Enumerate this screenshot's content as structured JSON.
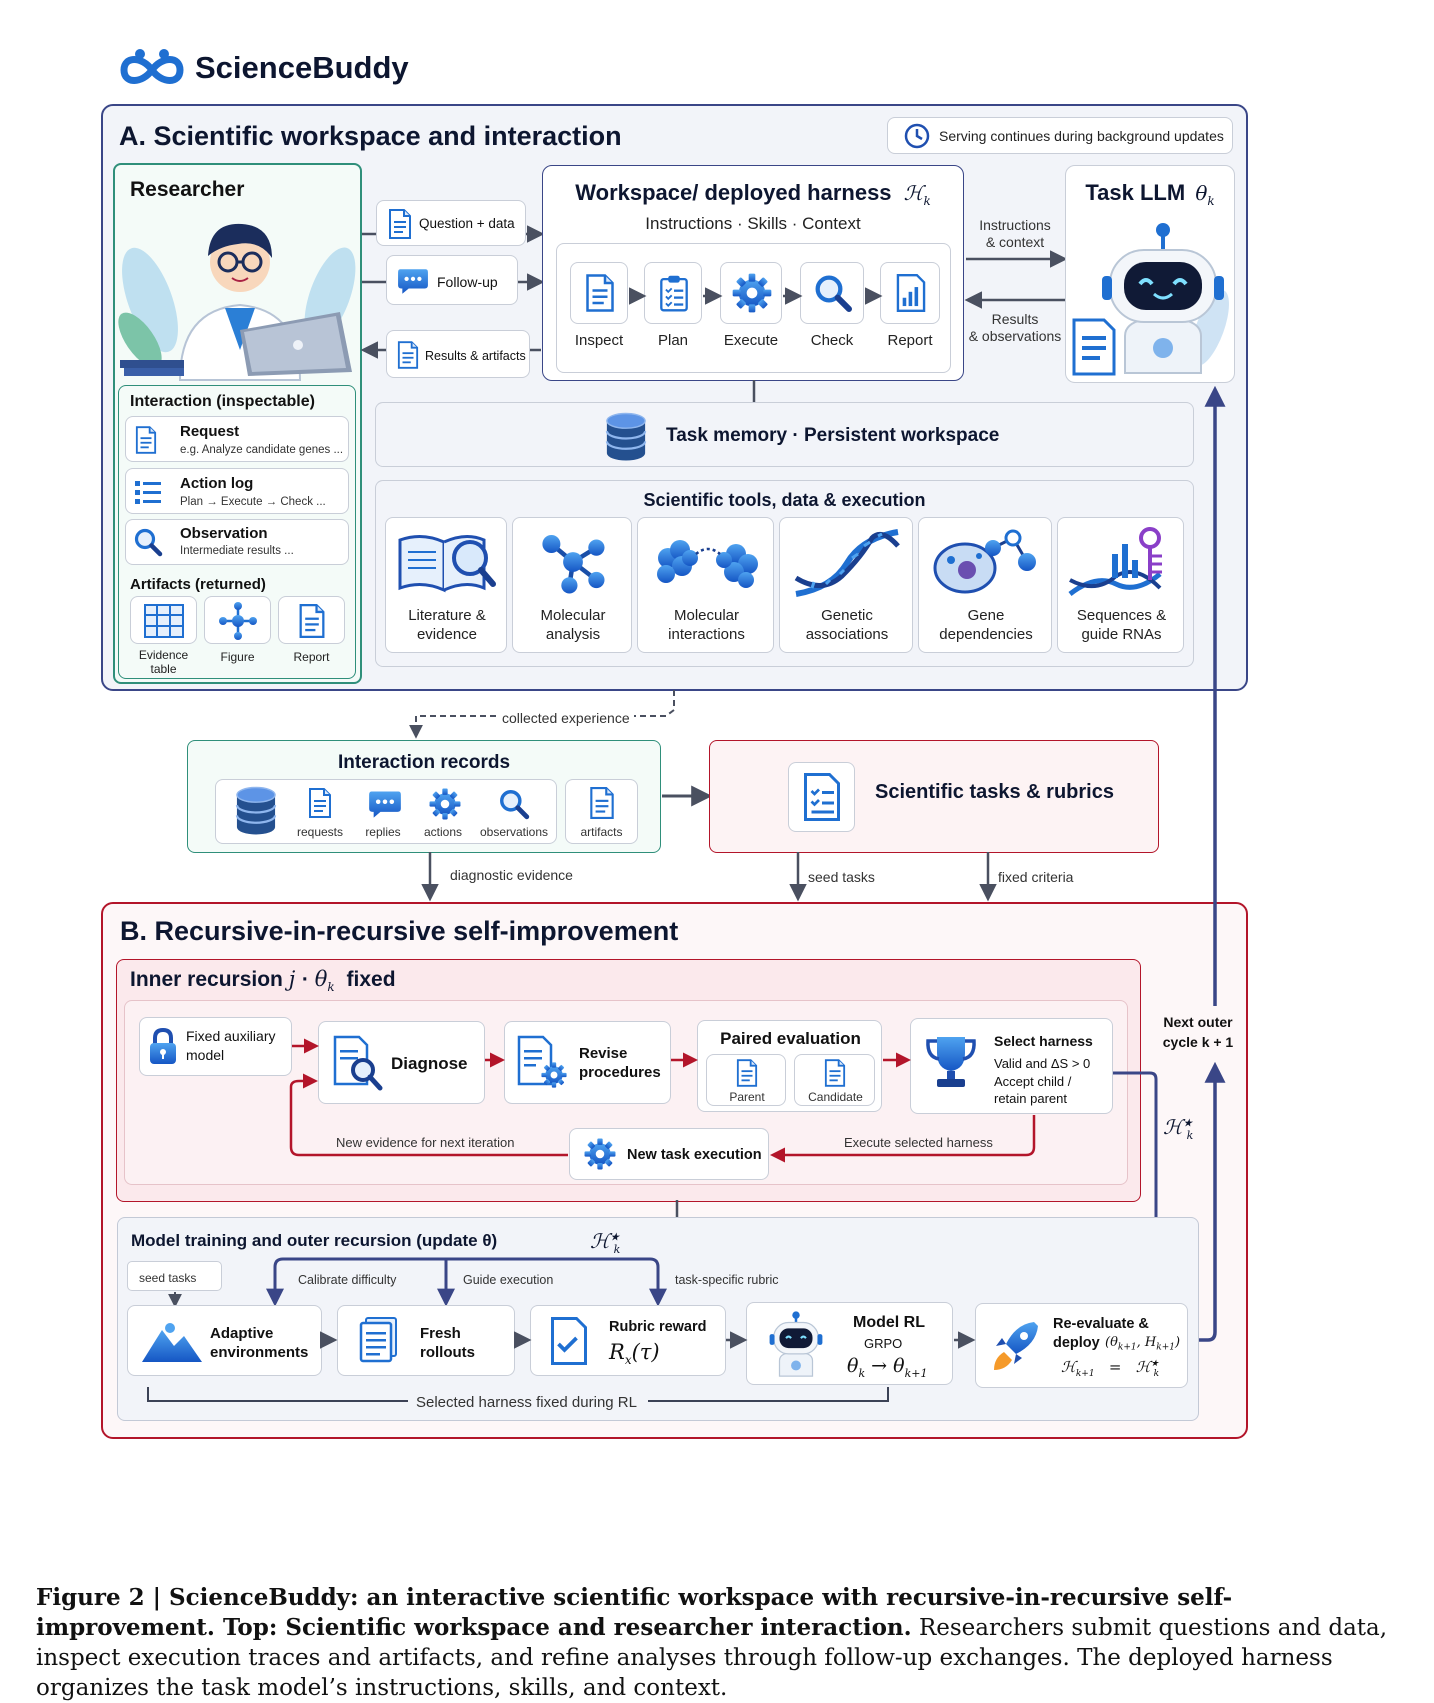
{
  "brand": {
    "name": "ScienceBuddy"
  },
  "sectionA": {
    "title": "A. Scientific workspace and interaction",
    "serving_note": "Serving continues during background updates",
    "researcher": {
      "title": "Researcher"
    },
    "flows": {
      "question": "Question + data",
      "followup": "Follow-up",
      "results": "Results & artifacts"
    },
    "workspace": {
      "title": "Workspace/ deployed harness",
      "subtitle": "Instructions · Skills · Context",
      "steps": [
        "Inspect",
        "Plan",
        "Execute",
        "Check",
        "Report"
      ]
    },
    "llm_flows": {
      "instructions": "Instructions\n& context",
      "results": "Results\n& observations"
    },
    "task_llm": {
      "title": "Task LLM"
    },
    "memory": "Task memory · Persistent workspace",
    "tools": {
      "title": "Scientific tools, data & execution",
      "items": [
        "Literature &\nevidence",
        "Molecular\nanalysis",
        "Molecular\ninteractions",
        "Genetic\nassociations",
        "Gene\ndependencies",
        "Sequences &\nguide RNAs"
      ]
    },
    "interaction": {
      "title": "Interaction (inspectable)",
      "items": [
        {
          "title": "Request",
          "sub": "e.g. Analyze candidate genes ..."
        },
        {
          "title": "Action log",
          "sub": "Plan → Execute → Check ..."
        },
        {
          "title": "Observation",
          "sub": "Intermediate results ..."
        }
      ],
      "artifacts_title": "Artifacts (returned)",
      "artifacts": [
        "Evidence\ntable",
        "Figure",
        "Report"
      ]
    }
  },
  "middle": {
    "collected": "collected experience",
    "records_title": "Interaction records",
    "records_items": [
      "requests",
      "replies",
      "actions",
      "observations",
      "artifacts"
    ],
    "tasks_title": "Scientific tasks & rubrics",
    "diagnostic": "diagnostic evidence",
    "seed": "seed tasks",
    "fixed": "fixed criteria"
  },
  "sectionB": {
    "title": "B. Recursive-in-recursive self-improvement",
    "inner_title_a": "Inner recursion",
    "inner_title_b": "fixed",
    "aux": "Fixed auxiliary\nmodel",
    "diagnose": "Diagnose",
    "revise": "Revise\nprocedures",
    "paired_title": "Paired evaluation",
    "paired_items": [
      "Parent",
      "Candidate"
    ],
    "select_title": "Select harness",
    "select_sub": "Valid and ΔS > 0\nAccept child /\nretain parent",
    "new_exec": "New task execution",
    "new_evidence": "New evidence for next iteration",
    "execute_selected": "Execute selected harness",
    "next_outer": "Next outer\ncycle k + 1",
    "training_title": "Model training and outer recursion (update θ)",
    "seed_tasks": "seed tasks",
    "calibrate": "Calibrate difficulty",
    "guide": "Guide execution",
    "rubric_label": "task-specific rubric",
    "adaptive": "Adaptive\nenvironments",
    "fresh": "Fresh\nrollouts",
    "rubric_reward": "Rubric reward",
    "model_rl": "Model RL",
    "grpo": "GRPO",
    "redeploy": "Re-evaluate &\ndeploy",
    "harness_fixed": "Selected harness fixed during RL"
  },
  "caption": {
    "bold": "Figure 2 | ScienceBuddy: an interactive scientific workspace with recursive-in-recursive self-improvement. Top: Scientific workspace and researcher interaction.",
    "text": " Researchers submit questions and data, inspect execution traces and artifacts, and refine analyses through follow-up exchanges. The deployed harness organizes the task model’s instructions, skills, and context."
  },
  "colors": {
    "navy": "#3a4687",
    "crimson": "#b3152a",
    "teal": "#2f8f7a",
    "blue": "#1f6fd1",
    "panelA": "#f2f4f9",
    "panelB": "#fdf3f4"
  }
}
